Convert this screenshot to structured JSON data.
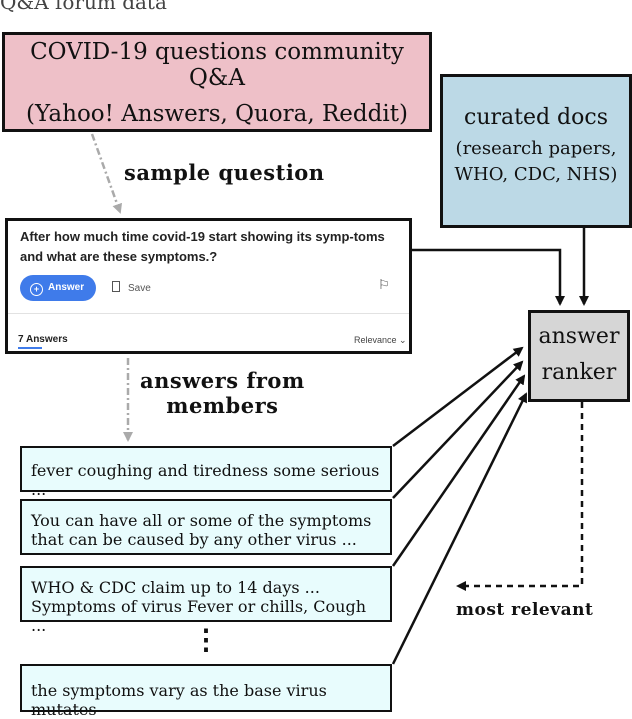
{
  "top_fragment": "Q&A forum data",
  "community_box": {
    "title": "COVID-19 questions community Q&A",
    "subtitle": "(Yahoo! Answers, Quora, Reddit)"
  },
  "curated_box": {
    "title": "curated docs",
    "line1": "(research papers,",
    "line2": "WHO, CDC, NHS)"
  },
  "ranker_box": {
    "line1": "answer",
    "line2": "ranker"
  },
  "labels": {
    "sample_question": "sample question",
    "answers_line1": "answers from",
    "answers_line2": "members",
    "most_relevant": "most relevant"
  },
  "question_card": {
    "question": "After how much time covid-19 start showing its symp-toms and what are these symptoms.?",
    "answer_button": "Answer",
    "save_label": "Save",
    "answer_count": "7 Answers",
    "sort_label": "Relevance ⌄"
  },
  "answers": [
    {
      "text": "fever coughing and tiredness some serious ..."
    },
    {
      "text": "You can have all or some of the symptoms that can be caused by any other virus ..."
    },
    {
      "text": "WHO & CDC claim up to 14 days ... Symptoms of virus Fever or chills, Cough ..."
    },
    {
      "text": "the symptoms vary as the base virus mutates"
    }
  ],
  "ellipsis": "⋮",
  "colors": {
    "community_fill": "#eec0c8",
    "curated_fill": "#bcd9e6",
    "ranker_fill": "#d6d6d6",
    "answer_fill": "#e8fcfd",
    "button_blue": "#3f7bea"
  },
  "icons": [
    "plus-circle-icon",
    "bookmark-icon",
    "flag-icon"
  ]
}
